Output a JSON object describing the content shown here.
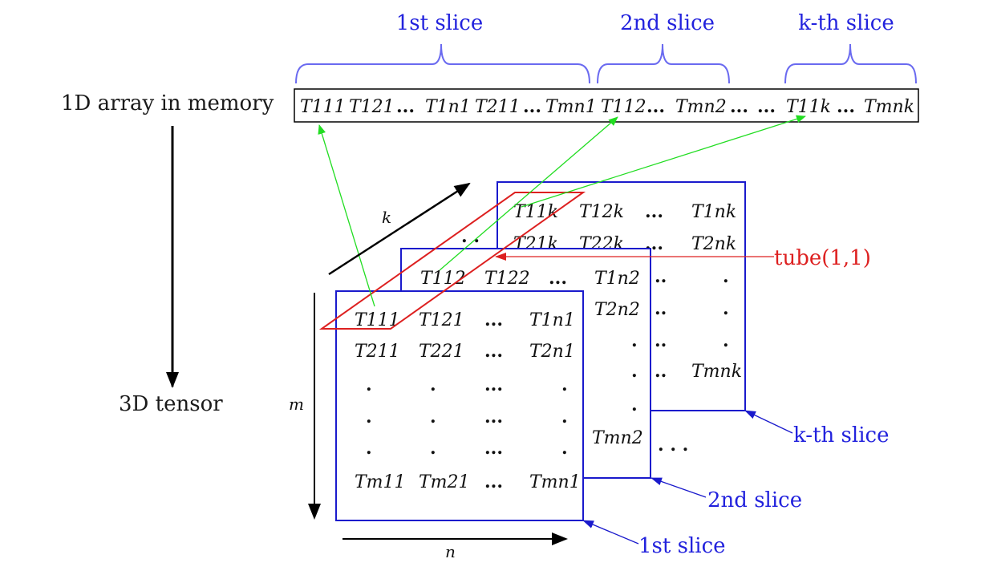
{
  "labels": {
    "memory_array": "1D array in memory",
    "tensor": "3D tensor",
    "tube": "tube(1,1)",
    "axis_k": "k",
    "axis_m": "m",
    "axis_n": "n"
  },
  "slice_labels": {
    "first": "1st slice",
    "second": "2nd slice",
    "kth": "k-th slice"
  },
  "memory_array": {
    "entries": [
      "T111",
      "T121",
      "...",
      "T1n1",
      "T211",
      "...",
      "Tmn1",
      "T112",
      "...",
      "Tmn2",
      "...",
      "...",
      "T11k",
      "...",
      "Tmnk"
    ]
  },
  "slices": {
    "first": {
      "rows": [
        [
          "T111",
          "T121",
          "...",
          "T1n1"
        ],
        [
          "T211",
          "T221",
          "...",
          "T2n1"
        ],
        [
          ".",
          ".",
          "...",
          "."
        ],
        [
          ".",
          ".",
          "...",
          "."
        ],
        [
          ".",
          ".",
          "...",
          "."
        ],
        [
          "Tm11",
          "Tm21",
          "...",
          "Tmn1"
        ]
      ]
    },
    "second": {
      "visible": [
        "T112",
        "T122",
        "...",
        "T1n2",
        "T2n2",
        "Tmn2"
      ]
    },
    "kth": {
      "visible": [
        "T11k",
        "T12k",
        "...",
        "T1nk",
        "T21k",
        "T22k",
        "T2nk",
        "Tmnk"
      ]
    }
  },
  "colors": {
    "slice_border": "#1a1acc",
    "brace": "#6a6af0",
    "label_blue": "#2222dd",
    "tube": "#dd2020",
    "link": "#22dd22",
    "arrow": "#000000"
  }
}
